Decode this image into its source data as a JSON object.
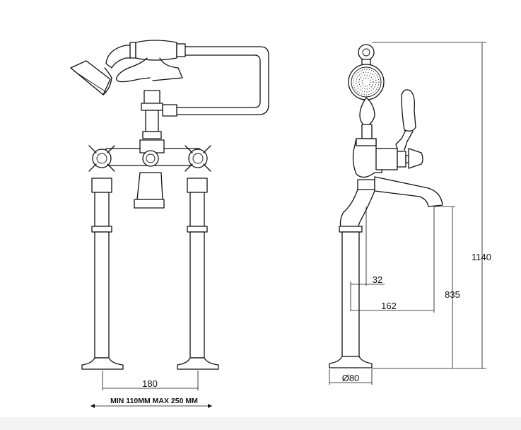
{
  "drawing": {
    "front_view": {
      "dimension_centres": "180",
      "note": "MIN 110MM  MAX 250 MM"
    },
    "side_view": {
      "dimension_height_total": "1140",
      "dimension_spout_height": "835",
      "dimension_offset_small": "32",
      "dimension_spout_reach": "162",
      "dimension_base_diameter": "Ø80"
    }
  }
}
